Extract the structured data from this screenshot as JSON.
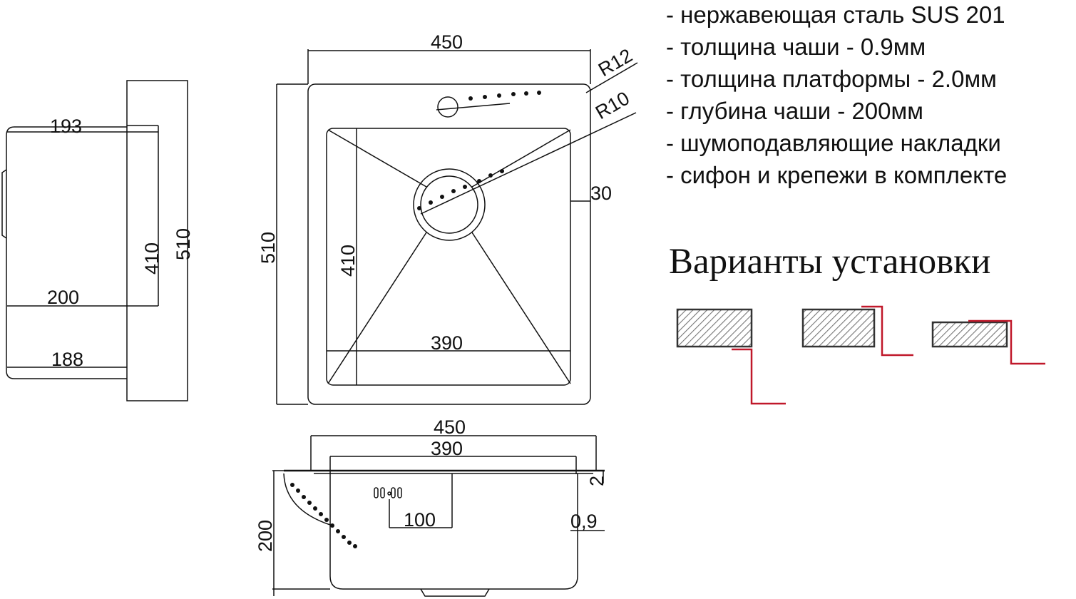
{
  "specs": [
    "- нержавеющая сталь SUS 201",
    "- толщина чаши - 0.9мм",
    "- толщина платформы - 2.0мм",
    "- глубина чаши - 200мм",
    "- шумоподавляющие накладки",
    "- сифон и крепежи в комплекте"
  ],
  "install_title": "Варианты установки",
  "side_view": {
    "dims": {
      "d193": "193",
      "d200": "200",
      "d188": "188",
      "d410": "410",
      "d510": "510"
    }
  },
  "top_view": {
    "dims": {
      "width_450": "450",
      "r12": "R12",
      "r10": "R10",
      "border_30": "30",
      "height_510": "510",
      "bowl_410": "410",
      "bowl_390": "390"
    }
  },
  "front_view": {
    "dims": {
      "width_450": "450",
      "bowl_390": "390",
      "platform_2": "2",
      "depth_200": "200",
      "wall_09": "0,9",
      "overflow_100": "100"
    }
  },
  "colors": {
    "line": "#111111",
    "mount_line": "#c0182a",
    "hatch": "#777777"
  }
}
